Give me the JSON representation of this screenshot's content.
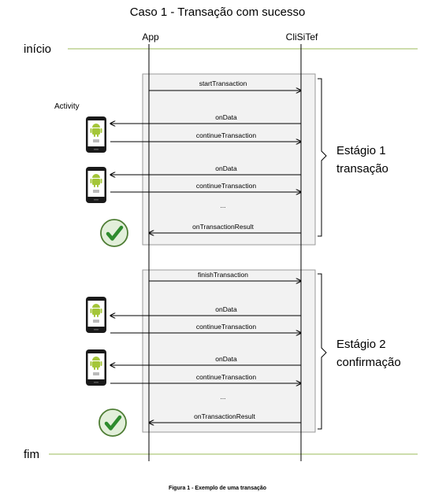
{
  "title": "Caso 1 - Transação com sucesso",
  "lanes": {
    "app": "App",
    "clisitef": "CliSiTef"
  },
  "markers": {
    "start": "início",
    "end": "fim"
  },
  "activity_label": "Activity",
  "stages": [
    {
      "label_line1": "Estágio 1",
      "label_line2": "transação",
      "messages": [
        {
          "label": "startTransaction",
          "direction": "right"
        },
        {
          "label": "onData",
          "direction": "left"
        },
        {
          "label": "continueTransaction",
          "direction": "right"
        },
        {
          "label": "onData",
          "direction": "left"
        },
        {
          "label": "continueTransaction",
          "direction": "right"
        },
        {
          "label": "...",
          "direction": "none"
        },
        {
          "label": "onTransactionResult",
          "direction": "left"
        }
      ]
    },
    {
      "label_line1": "Estágio 2",
      "label_line2": "confirmação",
      "messages": [
        {
          "label": "finishTransaction",
          "direction": "right"
        },
        {
          "label": "onData",
          "direction": "left"
        },
        {
          "label": "continueTransaction",
          "direction": "right"
        },
        {
          "label": "onData",
          "direction": "left"
        },
        {
          "label": "continueTransaction",
          "direction": "right"
        },
        {
          "label": "...",
          "direction": "none"
        },
        {
          "label": "onTransactionResult",
          "direction": "left"
        }
      ]
    }
  ],
  "caption": "Figura 1 - Exemplo de uma transação",
  "icons": [
    "android-phone-icon",
    "checkmark-circle-icon"
  ],
  "colors": {
    "marker_line": "#9bbb59",
    "check_green": "#2e8b2e",
    "check_fill": "#e2efda",
    "android": "#a4c639"
  }
}
